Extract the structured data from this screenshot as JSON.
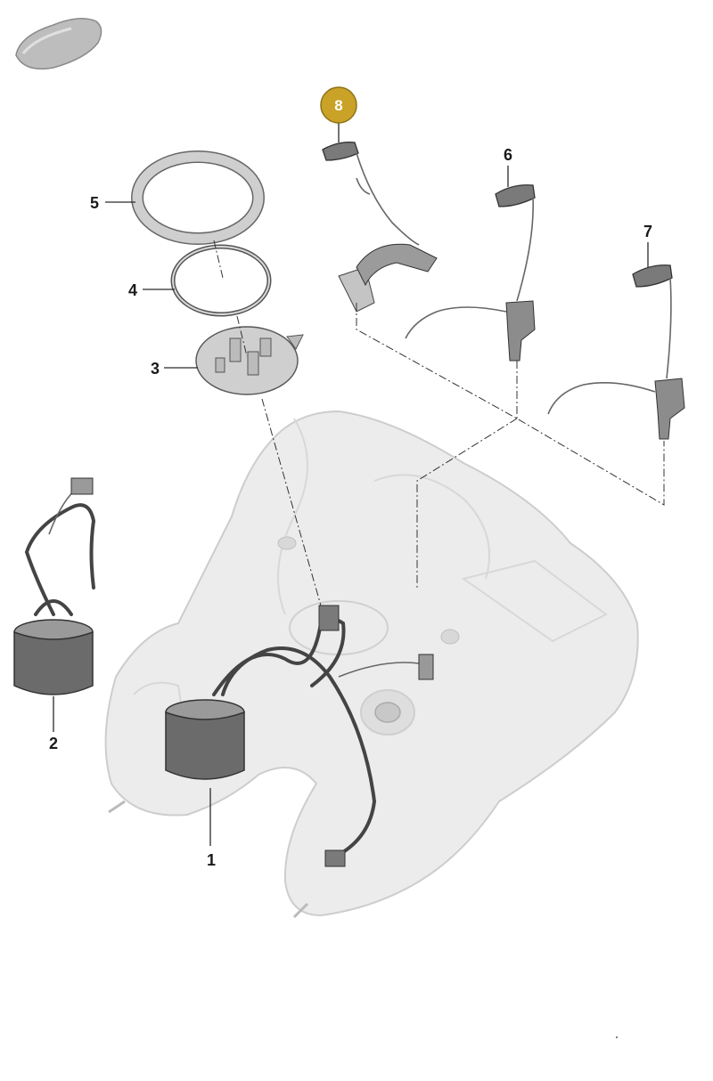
{
  "diagram": {
    "callouts": [
      {
        "id": "1",
        "label": "1"
      },
      {
        "id": "2",
        "label": "2"
      },
      {
        "id": "3",
        "label": "3"
      },
      {
        "id": "4",
        "label": "4"
      },
      {
        "id": "5",
        "label": "5"
      },
      {
        "id": "6",
        "label": "6"
      },
      {
        "id": "7",
        "label": "7"
      }
    ],
    "highlighted_callout": {
      "label": "8",
      "color": "#c9a227"
    },
    "colors": {
      "tank_fill": "#ececec",
      "part_gray": "#cfcfcf",
      "line": "#2a2a2a"
    },
    "icons": {
      "corner_thumbnail": "car-silhouette-icon"
    }
  }
}
